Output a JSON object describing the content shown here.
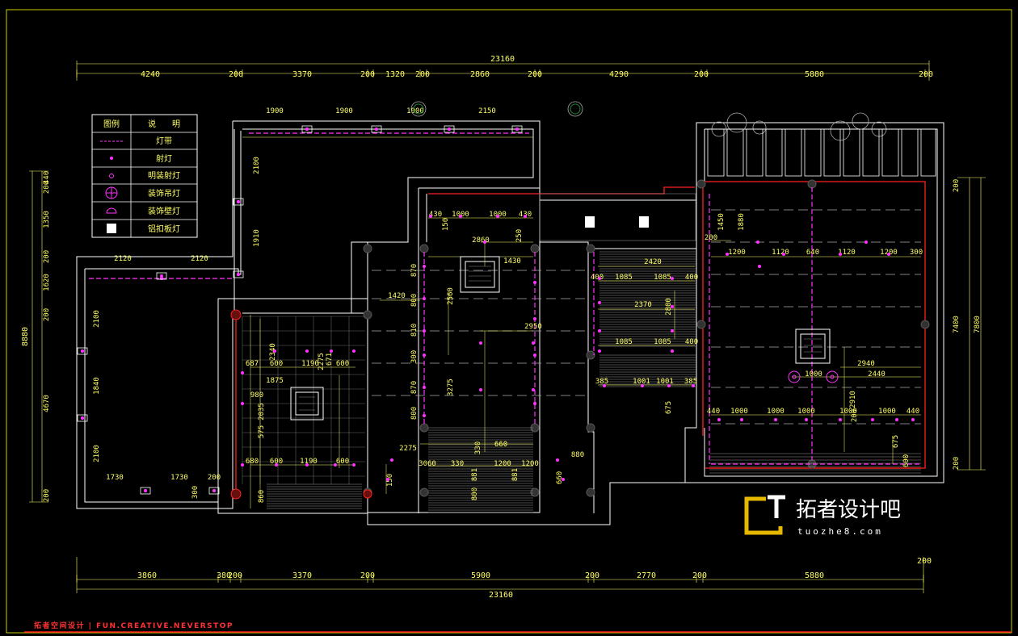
{
  "drawing": {
    "overall_top": "23160",
    "overall_bottom": "23160",
    "overall_left": "8880",
    "top_dims": [
      "4240",
      "200",
      "3370",
      "200",
      "1320",
      "200",
      "2860",
      "200",
      "4290",
      "200",
      "5880",
      "200"
    ],
    "bottom_dims": [
      "3860",
      "380",
      "200",
      "3370",
      "200",
      "5900",
      "200",
      "2770",
      "200",
      "5880",
      "200"
    ],
    "left_dims": [
      "200",
      "440",
      "1350",
      "200",
      "1620",
      "200",
      "4670",
      "200"
    ],
    "right_dims": [
      "200",
      "7400",
      "7800",
      "200"
    ],
    "interior_dims": {
      "top_room": [
        "1900",
        "1900",
        "1900",
        "2150"
      ],
      "side_room": [
        "2120",
        "2120",
        "2100",
        "1910",
        "2100",
        "1840",
        "2100",
        "1730",
        "1730",
        "200"
      ],
      "center": [
        "430",
        "1000",
        "1000",
        "430",
        "150",
        "2860",
        "250",
        "1430",
        "1420",
        "870",
        "800",
        "2560",
        "810",
        "300",
        "2950",
        "3275",
        "870",
        "800",
        "671",
        "2275",
        "660",
        "3060",
        "330",
        "1200",
        "1200",
        "330",
        "150",
        "880",
        "660",
        "881",
        "800",
        "881"
      ],
      "left_room": [
        "687",
        "600",
        "1190",
        "600",
        "1875",
        "980",
        "2035",
        "575",
        "680",
        "600",
        "1190",
        "600",
        "2340",
        "2275",
        "860",
        "300"
      ],
      "right_center": [
        "2420",
        "400",
        "1085",
        "1085",
        "400",
        "2370",
        "2800",
        "1085",
        "1085",
        "400",
        "385",
        "1001",
        "1001",
        "385",
        "675"
      ],
      "right_room": [
        "200",
        "1450",
        "1880",
        "1200",
        "1120",
        "640",
        "1120",
        "1200",
        "300",
        "2940",
        "1000",
        "2440",
        "440",
        "1000",
        "1000",
        "1000",
        "1000",
        "1000",
        "440",
        "2910",
        "675",
        "200",
        "600"
      ]
    }
  },
  "legend": {
    "header_symbol": "图例",
    "header_desc": "说　　明",
    "rows": [
      {
        "icon": "light-strip-icon",
        "label": "灯带"
      },
      {
        "icon": "spotlight-icon",
        "label": "射灯"
      },
      {
        "icon": "recessed-spotlight-icon",
        "label": "明装射灯"
      },
      {
        "icon": "decorative-pendant-icon",
        "label": "装饰吊灯"
      },
      {
        "icon": "wall-lamp-icon",
        "label": "装饰壁灯"
      },
      {
        "icon": "aluminum-panel-light-icon",
        "label": "铝扣板灯"
      }
    ]
  },
  "watermark": {
    "logo_letters": "CT",
    "name": "拓者设计吧",
    "url": "tuozhe8.com"
  },
  "footer": {
    "left": "拓者空间设计 | FUN.CREATIVE.NEVERSTOP"
  },
  "colors": {
    "background": "#000000",
    "wall": "#ffffff",
    "dimension": "#ffff66",
    "fixture": "#ff33ff",
    "frame": "#ffff00",
    "accent_red": "#ff2020",
    "logo_gold": "#e6b800"
  }
}
